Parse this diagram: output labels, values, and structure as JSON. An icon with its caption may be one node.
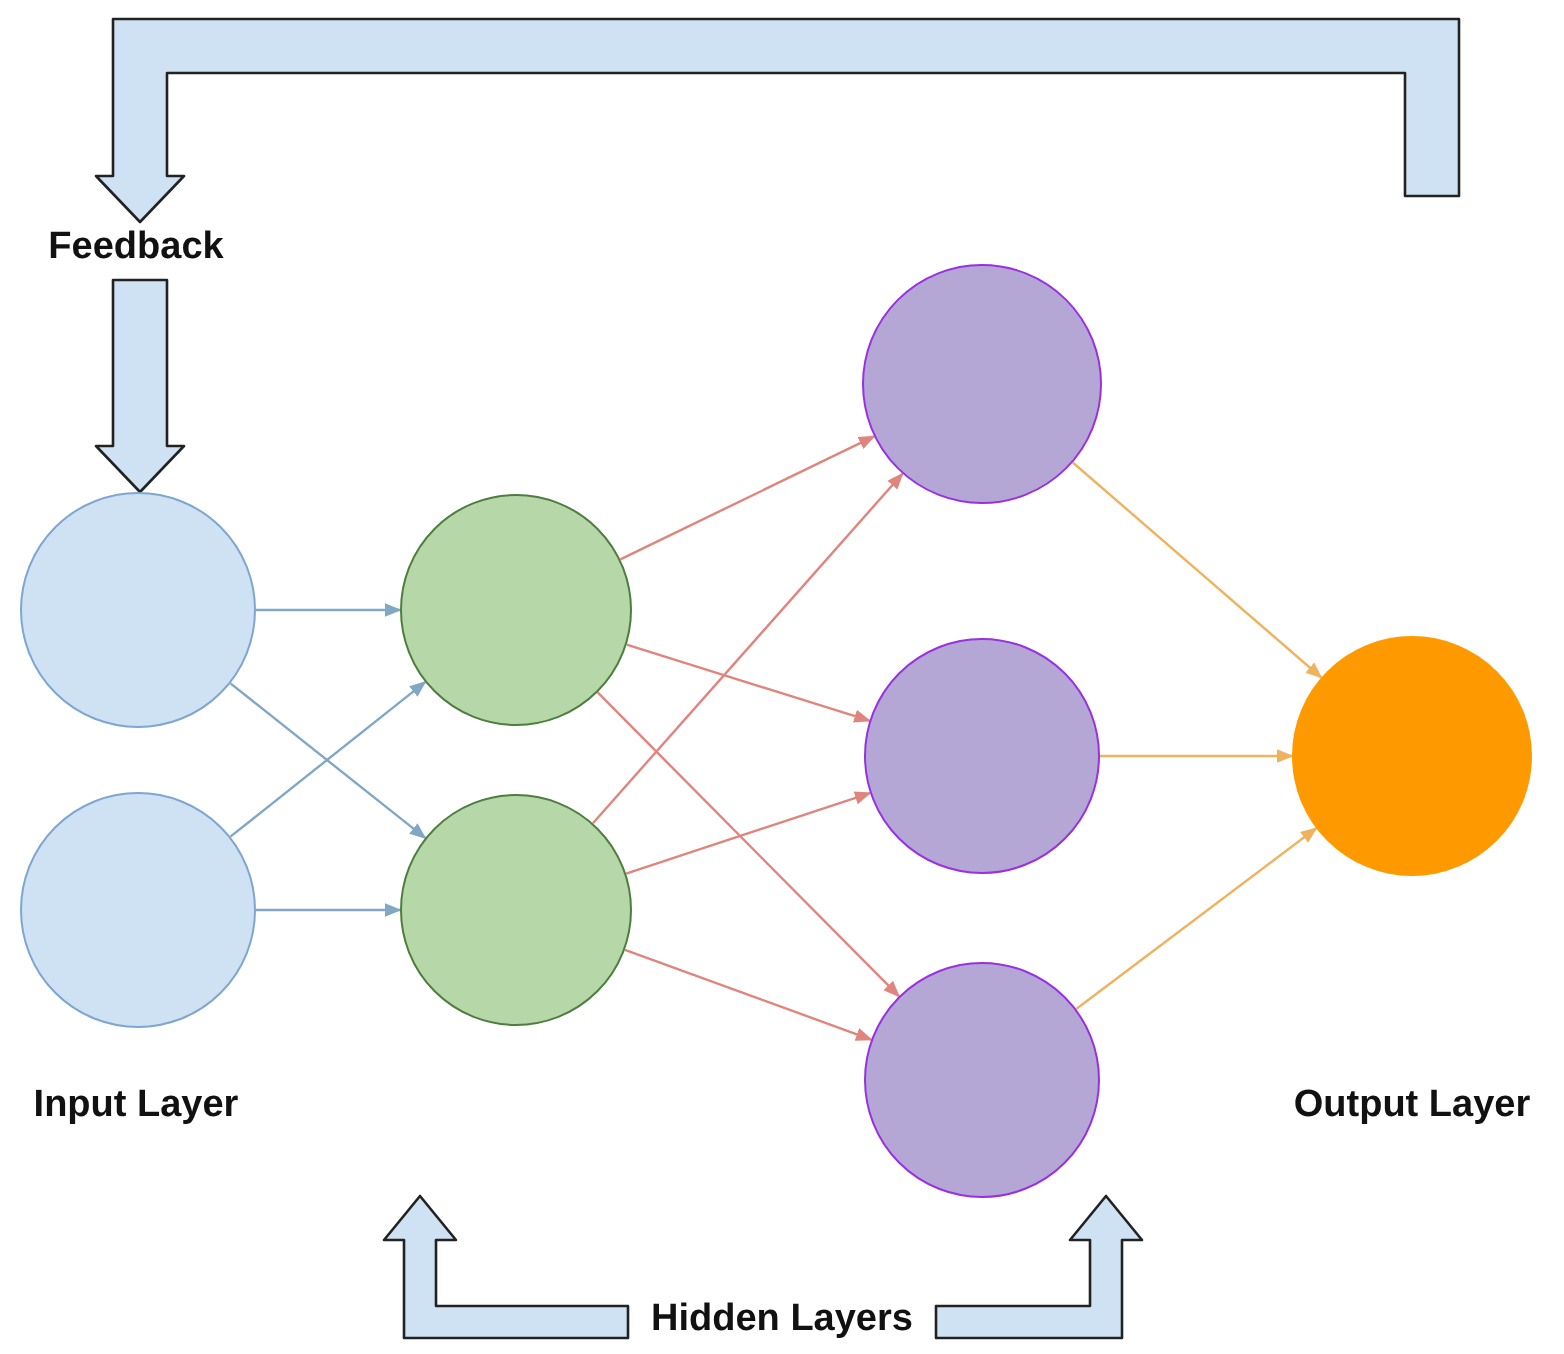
{
  "diagram": {
    "nodes": [
      {
        "text": [
          "Feedback"
        ]
      },
      {
        "text": [],
        "shape": "circle"
      },
      {
        "text": [],
        "shape": "circle"
      },
      {
        "text": [],
        "shape": "circle"
      },
      {
        "text": [],
        "shape": "circle"
      },
      {
        "text": [],
        "shape": "circle"
      },
      {
        "text": [],
        "shape": "circle"
      },
      {
        "text": [],
        "shape": "circle"
      },
      {
        "text": [],
        "shape": "circle"
      },
      {
        "text": [
          "Hidden Layers"
        ]
      }
    ],
    "edges": [
      {
        "from": null,
        "to": 0,
        "arrow": "to",
        "style": "thick",
        "color": "#cfe2f3"
      },
      {
        "from": 0,
        "to": 1,
        "arrow": "to",
        "style": "thick",
        "color": "#cfe2f3"
      },
      {
        "from": 1,
        "to": 3,
        "arrow": "to",
        "color": "#80a8c6"
      },
      {
        "from": 1,
        "to": 4,
        "arrow": "to",
        "color": "#80a8c6"
      },
      {
        "from": 2,
        "to": 3,
        "arrow": "to",
        "color": "#80a8c6"
      },
      {
        "from": 2,
        "to": 4,
        "arrow": "to",
        "color": "#80a8c6"
      },
      {
        "from": 3,
        "to": 5,
        "arrow": "to"
      },
      {
        "from": 3,
        "to": 6,
        "arrow": "to"
      },
      {
        "from": 3,
        "to": 7,
        "arrow": "to"
      },
      {
        "from": 4,
        "to": 5,
        "arrow": "to"
      },
      {
        "from": 4,
        "to": 6,
        "arrow": "to"
      },
      {
        "from": 4,
        "to": 7,
        "arrow": "to"
      },
      {
        "from": 5,
        "to": 8,
        "arrow": "to",
        "color": "#efb25e"
      },
      {
        "from": 6,
        "to": 8,
        "arrow": "to",
        "color": "#efb25e"
      },
      {
        "from": 7,
        "to": 8,
        "arrow": "to",
        "color": "#efb25e"
      },
      {
        "from": 9,
        "to": null,
        "arrow": "to",
        "style": "thick",
        "color": "#cfe2f3"
      },
      {
        "from": 9,
        "to": null,
        "arrow": "to",
        "style": "thick",
        "color": "#cfe2f3"
      }
    ],
    "labels": [
      "Input Layer",
      "Output Layer"
    ]
  }
}
